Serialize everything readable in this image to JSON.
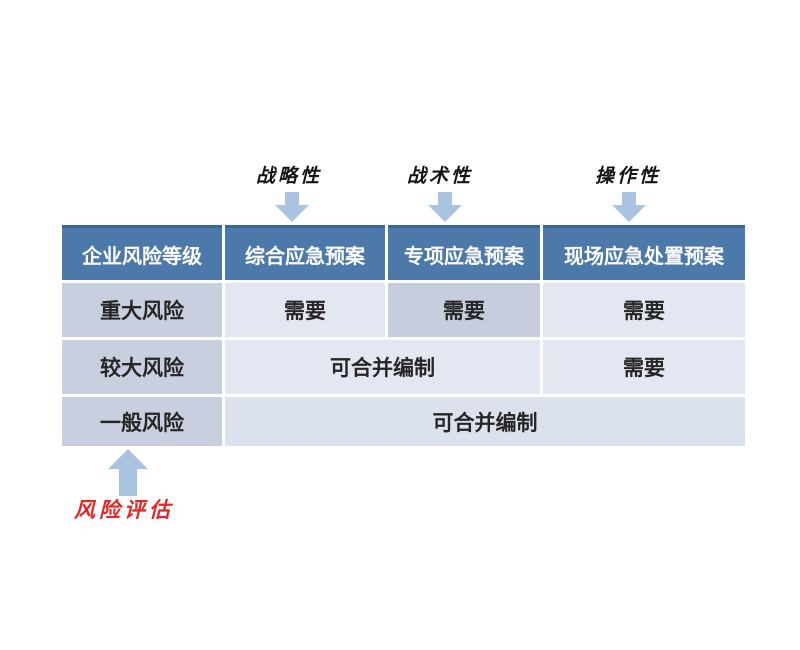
{
  "diagram": {
    "top_annotations": [
      {
        "label": "战略性"
      },
      {
        "label": "战术性"
      },
      {
        "label": "操作性"
      }
    ],
    "table": {
      "headers": [
        "企业风险等级",
        "综合应急预案",
        "专项应急预案",
        "现场应急处置预案"
      ],
      "rows": [
        {
          "level": "重大风险",
          "comprehensive": "需要",
          "special": "需要",
          "onsite": "需要"
        },
        {
          "level": "较大风险",
          "merged_comprehensive_special": "可合并编制",
          "onsite": "需要"
        },
        {
          "level": "一般风险",
          "merged_all": "可合并编制"
        }
      ]
    },
    "bottom_annotation": {
      "label": "风险评估"
    },
    "colors": {
      "header_bg": "#4c79aa",
      "header_top_border": "#38689b",
      "header_text": "#ffffff",
      "level_column_bg": "#c8d0e0",
      "highlight_cell_bg": "#c6cede",
      "light_cell_bg": "#e2e7f1",
      "row3_merged_bg": "#dce2ed",
      "arrow_fill": "#a9c3e0",
      "risk_label_color": "#e12828",
      "body_text": "#262626"
    }
  }
}
